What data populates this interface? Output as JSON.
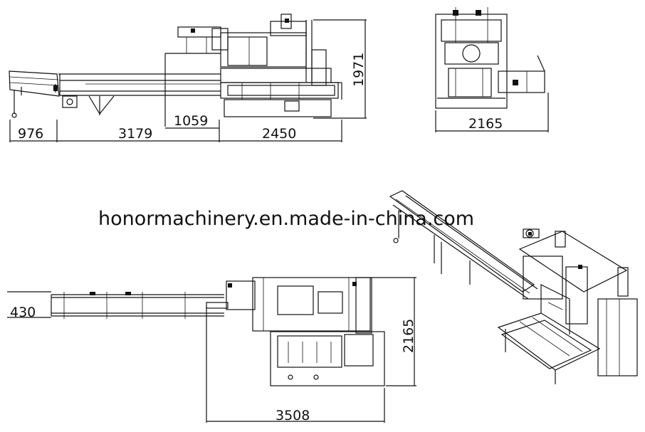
{
  "watermark": "honormachinery.en.made-in-china.com",
  "side_view": {
    "dims": {
      "d1": "976",
      "d2": "3179",
      "d3": "1059",
      "d4": "2450",
      "height": "1971"
    }
  },
  "end_view": {
    "dims": {
      "width": "2165"
    }
  },
  "top_view": {
    "dims": {
      "width": "430",
      "depth": "2165",
      "length": "3508"
    }
  }
}
